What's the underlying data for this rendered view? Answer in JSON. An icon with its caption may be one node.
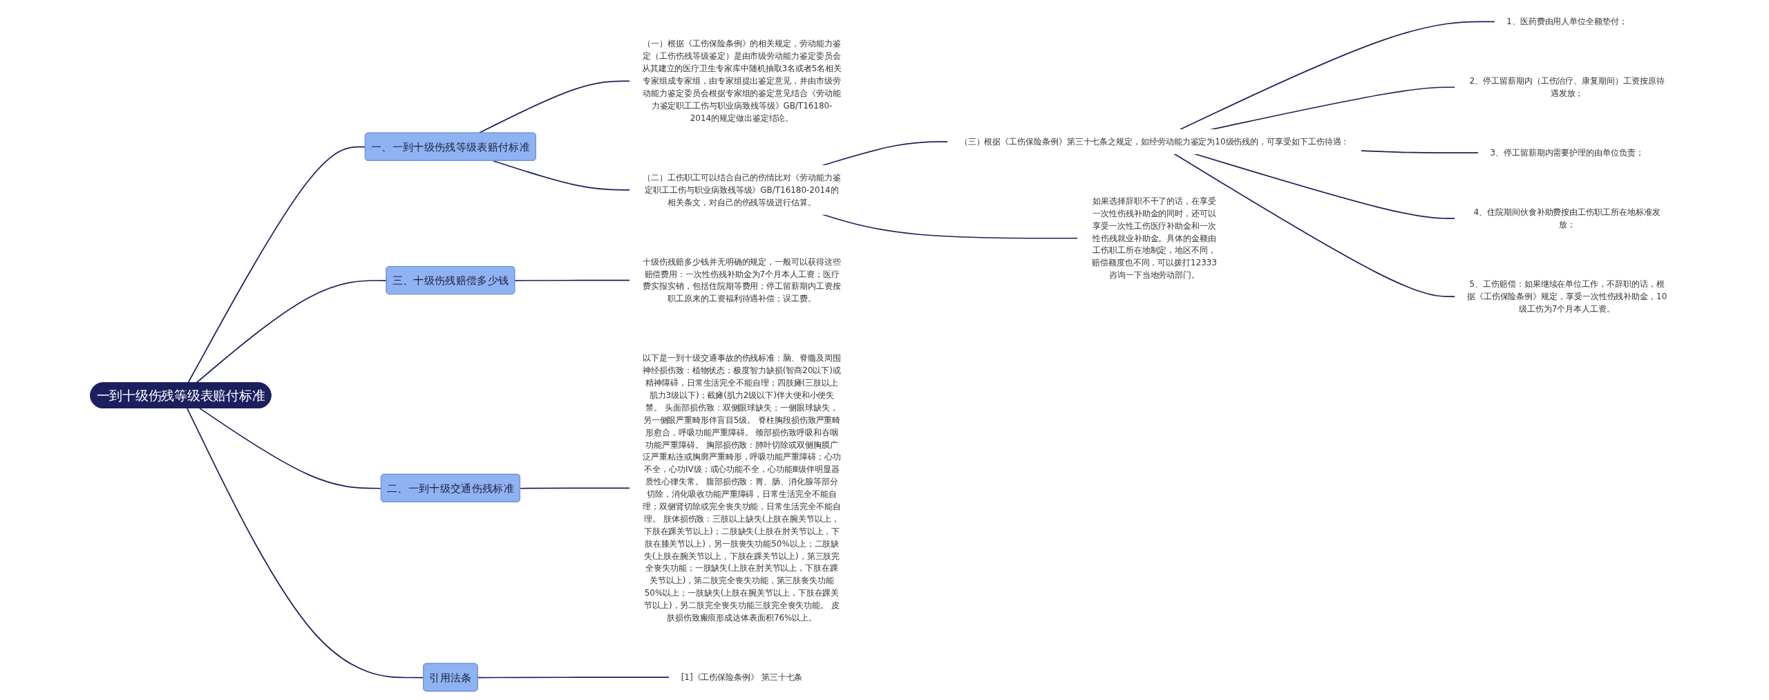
{
  "diagram": {
    "nodes": [
      {
        "text": [
          "一到十级伤残等级表赔付标准"
        ]
      },
      {
        "text": [
          "一、一到十级伤残等级表赔付标准"
        ]
      },
      {
        "text": [
          "（一）根据《工伤保险条例》的相关规定，劳动能力鉴定（工伤伤残等级鉴定）是由市级劳动能力鉴定委员会从其建立的医疗卫生专家库中随机抽取3名或者5名相关专家组成专家组，由专家组提出鉴定意见，并由市级劳动能力鉴定委员会根据专家组的鉴定意见结合《劳动能力鉴定职工工伤与职业病致残等级》GB/T16180-2014的规定做出鉴定结论。"
        ]
      },
      {
        "text": [
          "（二）工伤职工可以结合自己的伤情比对《劳动能力鉴定职工工伤与职业病致残等级》GB/T16180-2014的相关条文，对自己的伤残等级进行估算。"
        ]
      },
      {
        "text": [
          "（三）根据《工伤保险条例》第三十七条之规定，如经劳动能力鉴定为10级伤残的，可享受如下工伤待遇："
        ]
      },
      {
        "text": [
          "1、医药费由用人单位全额垫付；"
        ]
      },
      {
        "text": [
          "2、停工留薪期内（工伤治疗、康复期间）工资按原待遇发放；"
        ]
      },
      {
        "text": [
          "3、停工留薪期内需要护理的由单位负责；"
        ]
      },
      {
        "text": [
          "4、住院期间伙食补助费按由工伤职工所在地标准发放；"
        ]
      },
      {
        "text": [
          "5、工伤赔偿：如果继续在单位工作，不辞职的话，根据《工伤保险条例》规定，享受一次性伤残补助金，10级工伤为7个月本人工资。"
        ]
      },
      {
        "text": [
          "如果选择辞职不干了的话，在享受一次性伤残补助金的同时，还可以享受一次性工伤医疗补助金和一次性伤残就业补助金。具体的金额由工伤职工所在地制定，地区不同，赔偿额度也不同，可以拨打12333咨询一下当地劳动部门。"
        ]
      },
      {
        "text": [
          "三、十级伤残赔偿多少钱"
        ]
      },
      {
        "text": [
          "十级伤残赔多少钱并无明确的规定，一般可以获得这些赔偿费用：一次性伤残补助金为7个月本人工资；医疗费实报实销，包括住院期等费用；停工留薪期内工资按职工原来的工资福利待遇补偿；误工费。"
        ]
      },
      {
        "text": [
          "二、一到十级交通伤残标准"
        ]
      },
      {
        "text": [
          "以下是一到十级交通事故的伤残标准：脑、脊髓及周围神经损伤致：植物状态；极度智力缺损(智商20以下)或精神障碍，日常生活完全不能自理；四肢瘫(三肢以上肌力3级以下)；截瘫(肌力2级以下)伴大便和小便失禁。 头面部损伤致：双侧眼球缺失；一侧眼球缺失，另一侧眼严重畸形伴盲目5级。 脊柱胸段损伤致严重畸形愈合，呼吸功能严重障碍。 颈部损伤致呼吸和吞咽功能严重障碍。 胸部损伤致：肺叶切除或双侧胸膜广泛严重粘连或胸廓严重畸形，呼吸功能严重障碍；心功不全，心功IV级；或心功能不全，心功能Ⅲ级伴明显器质性心律失常。 腹部损伤致：胃、肠、消化腺等部分切除，消化吸收功能严重障碍，日常生活完全不能自理；双侧肾切除或完全丧失功能，日常生活完全不能自理。 肢体损伤致：三肢以上缺失(上肢在腕关节以上，下肢在踝关节以上)；二肢缺失(上肢在肘关节以上，下肢在膝关节以上)，另一肢丧失功能50%以上；二肢缺失(上肢在腕关节以上，下肢在踝关节以上)，第三肢完全丧失功能；一肢缺失(上肢在肘关节以上，下肢在踝关节以上)，第二肢完全丧失功能，第三肢丧失功能50%以上；一肢缺失(上肢在腕关节以上，下肢在踝关节以上)，另二肢完全丧失功能三肢完全丧失功能。 皮肤损伤致瘢痕形成达体表面积76%以上。"
        ]
      },
      {
        "text": [
          "引用法条"
        ]
      },
      {
        "text": [
          "[1]《工伤保险条例》 第三十七条"
        ]
      }
    ],
    "edges": [
      {
        "from": 0,
        "to": 1,
        "arrow": "none"
      },
      {
        "from": 1,
        "to": 2,
        "arrow": "none"
      },
      {
        "from": 1,
        "to": 3,
        "arrow": "none"
      },
      {
        "from": 3,
        "to": 4,
        "arrow": "none"
      },
      {
        "from": 4,
        "to": 5,
        "arrow": "none"
      },
      {
        "from": 4,
        "to": 6,
        "arrow": "none"
      },
      {
        "from": 4,
        "to": 7,
        "arrow": "none"
      },
      {
        "from": 4,
        "to": 8,
        "arrow": "none"
      },
      {
        "from": 4,
        "to": 9,
        "arrow": "none"
      },
      {
        "from": 3,
        "to": 10,
        "arrow": "none"
      },
      {
        "from": 0,
        "to": 11,
        "arrow": "none"
      },
      {
        "from": 11,
        "to": 12,
        "arrow": "none"
      },
      {
        "from": 0,
        "to": 13,
        "arrow": "none"
      },
      {
        "from": 13,
        "to": 14,
        "arrow": "none"
      },
      {
        "from": 0,
        "to": 15,
        "arrow": "none"
      },
      {
        "from": 15,
        "to": 16,
        "arrow": "none"
      }
    ]
  }
}
